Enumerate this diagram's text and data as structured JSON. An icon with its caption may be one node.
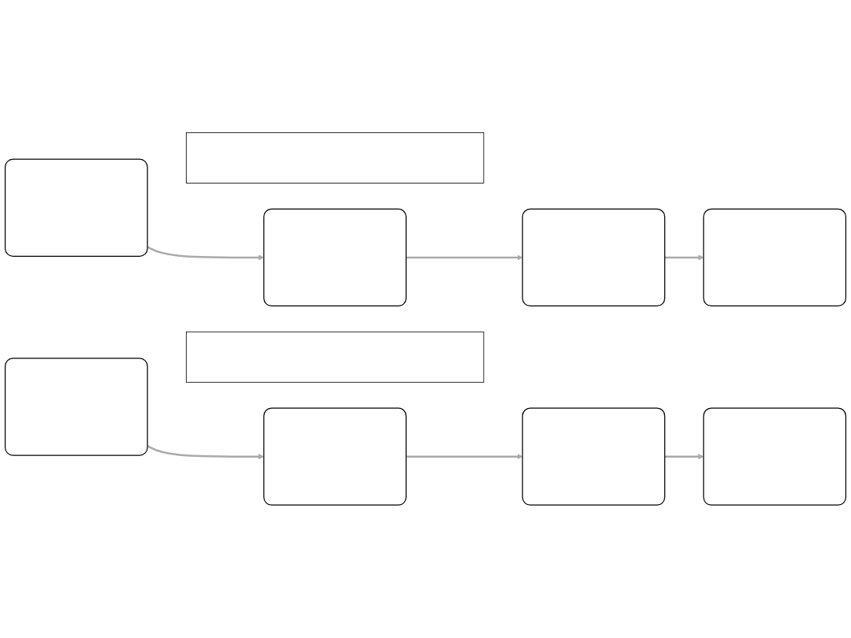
{
  "diagram": {
    "nodes": [
      {
        "text": [],
        "shape": "box"
      },
      {
        "text": [],
        "shape": "box"
      },
      {
        "text": [],
        "shape": "box"
      },
      {
        "text": [],
        "shape": "box"
      },
      {
        "text": [],
        "shape": "box"
      },
      {
        "text": [],
        "shape": "box"
      },
      {
        "text": [],
        "shape": "box"
      },
      {
        "text": [],
        "shape": "box"
      },
      {
        "text": [],
        "shape": "box"
      },
      {
        "text": [],
        "shape": "box"
      }
    ],
    "edges": [
      {
        "from": 1,
        "to": 2,
        "arrow": "to"
      },
      {
        "from": 2,
        "to": 3,
        "arrow": "to"
      },
      {
        "from": 3,
        "to": 4,
        "arrow": "to"
      },
      {
        "from": 6,
        "to": 7,
        "arrow": "to"
      },
      {
        "from": 7,
        "to": 8,
        "arrow": "to"
      },
      {
        "from": 8,
        "to": 9,
        "arrow": "to"
      }
    ]
  }
}
